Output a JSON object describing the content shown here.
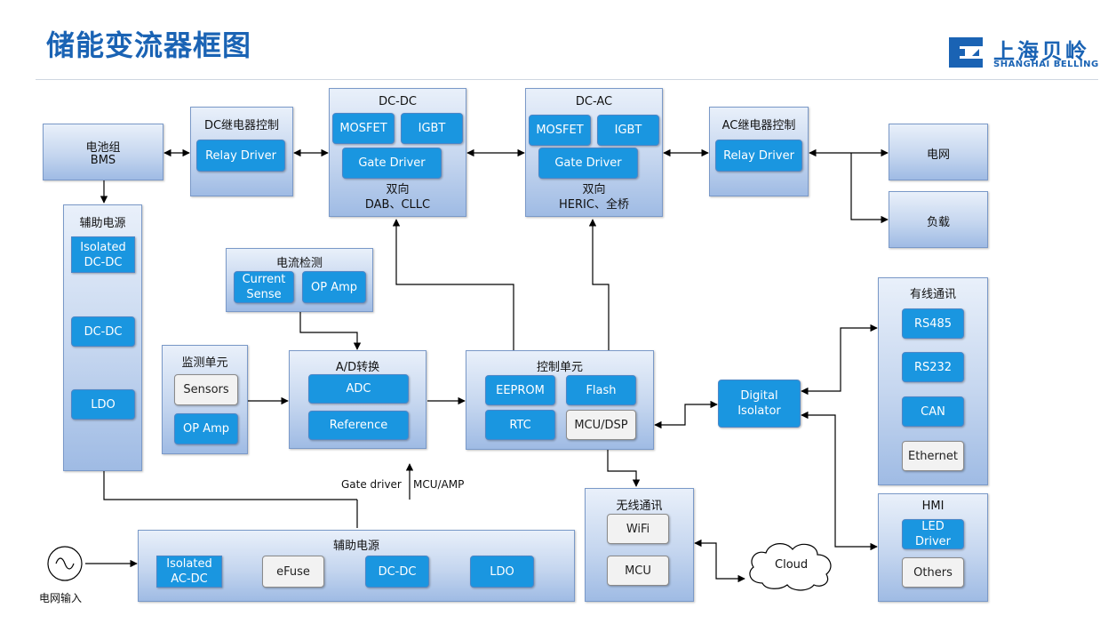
{
  "title": "储能变流器框图",
  "logo": {
    "cn": "上海贝岭",
    "en": "SHANGHAI BELLING",
    "colors": {
      "primary": "#1a63b4"
    }
  },
  "colors": {
    "block": "#1a96e0",
    "panel_top": "#e9f0fa",
    "panel_bottom": "#9fbbe4",
    "gray_block": "#f2f2f2",
    "line": "#000000"
  },
  "battery": {
    "line1": "电池组",
    "line2": "BMS"
  },
  "dc_relay": {
    "title": "DC继电器控制",
    "driver": "Relay Driver"
  },
  "dcdc": {
    "title": "DC-DC",
    "mosfet": "MOSFET",
    "igbt": "IGBT",
    "gate": "Gate Driver",
    "desc1": "双向",
    "desc2": "DAB、CLLC"
  },
  "dcac": {
    "title": "DC-AC",
    "mosfet": "MOSFET",
    "igbt": "IGBT",
    "gate": "Gate Driver",
    "desc1": "双向",
    "desc2": "HERIC、全桥"
  },
  "ac_relay": {
    "title": "AC继电器控制",
    "driver": "Relay Driver"
  },
  "grid": "电网",
  "load": "负载",
  "aux_left": {
    "title": "辅助电源",
    "isolated": "Isolated\nDC-DC",
    "dcdc": "DC-DC",
    "ldo": "LDO"
  },
  "current": {
    "title": "电流检测",
    "sense": "Current\nSense",
    "opamp": "OP Amp"
  },
  "monitor": {
    "title": "监测单元",
    "sensors": "Sensors",
    "opamp": "OP Amp"
  },
  "ad": {
    "title": "A/D转换",
    "adc": "ADC",
    "ref": "Reference"
  },
  "control": {
    "title": "控制单元",
    "eeprom": "EEPROM",
    "flash": "Flash",
    "rtc": "RTC",
    "mcu": "MCU/DSP"
  },
  "isolator": "Digital\nIsolator",
  "wired": {
    "title": "有线通讯",
    "rs485": "RS485",
    "rs232": "RS232",
    "can": "CAN",
    "ethernet": "Ethernet"
  },
  "hmi": {
    "title": "HMI",
    "led": "LED\nDriver",
    "others": "Others"
  },
  "wireless": {
    "title": "无线通讯",
    "wifi": "WiFi",
    "mcu": "MCU"
  },
  "cloud": "Cloud",
  "aux_bottom": {
    "title": "辅助电源",
    "isolated": "Isolated\nAC-DC",
    "efuse": "eFuse",
    "dcdc": "DC-DC",
    "ldo": "LDO"
  },
  "labels": {
    "gate_driver": "Gate driver",
    "mcu_amp": "MCU/AMP",
    "grid_input": "电网输入"
  }
}
